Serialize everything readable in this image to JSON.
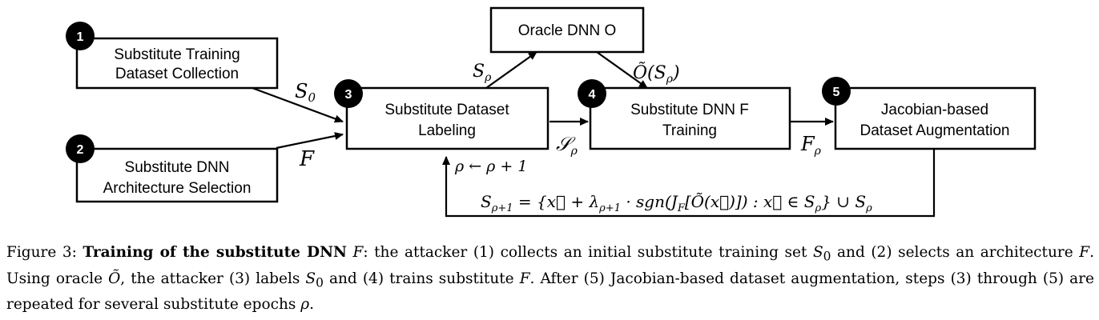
{
  "nodes": {
    "n1": {
      "num": "1",
      "line1": "Substitute Training",
      "line2": "Dataset Collection"
    },
    "n2": {
      "num": "2",
      "line1": "Substitute DNN",
      "line2": "Architecture Selection"
    },
    "n3": {
      "num": "3",
      "line1": "Substitute Dataset",
      "line2": "Labeling"
    },
    "n4": {
      "num": "4",
      "line1": "Substitute DNN F",
      "line2": "Training"
    },
    "n5": {
      "num": "5",
      "line1": "Jacobian-based",
      "line2": "Dataset Augmentation"
    },
    "oracle": {
      "label": "Oracle DNN O"
    }
  },
  "edge_labels": {
    "s0": "S",
    "s0_sub": "0",
    "f": "F",
    "s_rho": "S",
    "s_rho_sub": "ρ",
    "o_tilde": "Õ(S",
    "o_tilde_sub": "ρ",
    "o_tilde_close": ")",
    "script_s": "𝒮",
    "script_s_sub": "ρ",
    "f_rho": "F",
    "f_rho_sub": "ρ",
    "update": "ρ ← ρ + 1",
    "formula_lhs": "S",
    "formula_lhs_sub": "ρ+1",
    "formula_body": " = {x⃗ + λ",
    "formula_lambda_sub": "ρ+1",
    "formula_mid": " · sgn(J",
    "formula_j_sub": "F",
    "formula_rest": "[Õ(x⃗)]) : x⃗ ∈ S",
    "formula_rest_sub": "ρ",
    "formula_end": "} ∪ S",
    "formula_end_sub": "ρ"
  },
  "caption": {
    "lead": "Figure 3: ",
    "title": "Training of the substitute DNN",
    "title_var": "F",
    "part1": ": the attacker (1) collects an initial substitute training set ",
    "s0": "S",
    "s0_sub": "0",
    "part2": " and (2) selects an architecture ",
    "f1": "F",
    "part3": ". Using oracle ",
    "o": "Õ",
    "part4": ", the attacker (3) labels ",
    "s0b": "S",
    "s0b_sub": "0",
    "part5": " and (4) trains substitute ",
    "f2": "F",
    "part6": ". After (5) Jacobian-based dataset augmentation, steps (3) through (5) are repeated for several substitute epochs ",
    "rho": "ρ",
    "part7": "."
  }
}
